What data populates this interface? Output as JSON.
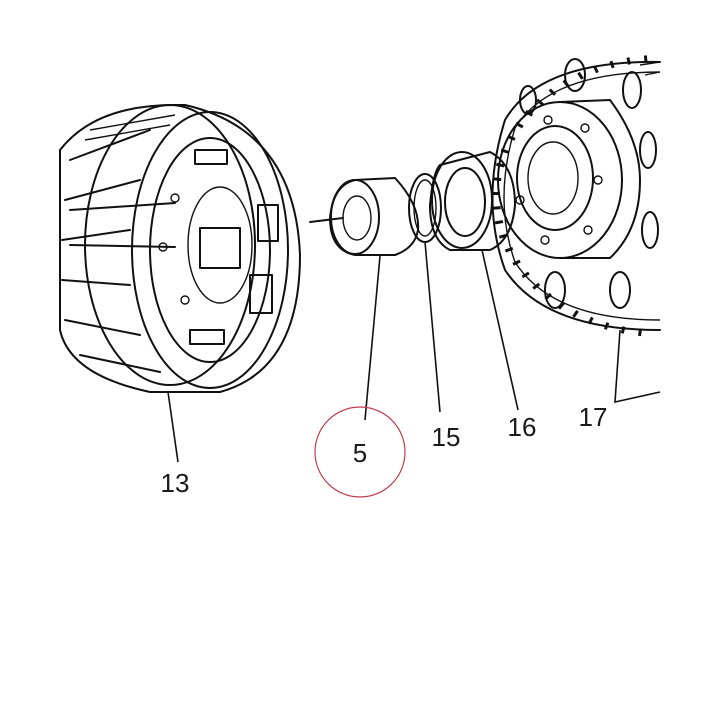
{
  "labels": {
    "part_13": "13",
    "part_5": "5",
    "part_15": "15",
    "part_16": "16",
    "part_17": "17"
  },
  "colors": {
    "line": "#111111",
    "seal_fill": "#8c8c8c",
    "highlight_circle": "#c0394b"
  }
}
